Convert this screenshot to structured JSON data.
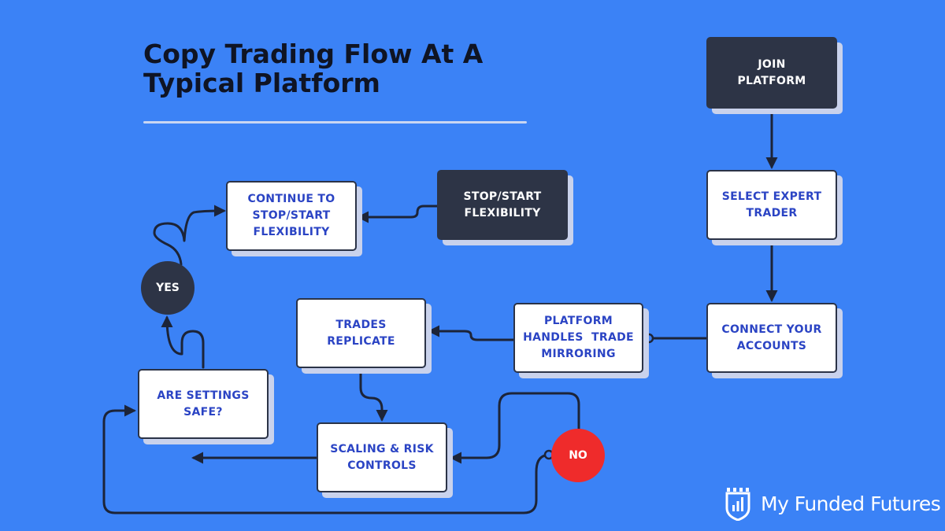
{
  "title": "Copy Trading Flow At A Typical Platform",
  "brand": "My Funded Futures",
  "colors": {
    "background": "#3b82f6",
    "dark_box": "#2d3446",
    "label": "#2b44c4",
    "no_circle": "#ef2b2b"
  },
  "nodes": {
    "join": [
      "JOIN",
      "PLATFORM"
    ],
    "select": [
      "SELECT EXPERT",
      "TRADER"
    ],
    "connect": [
      "CONNECT YOUR",
      "ACCOUNTS"
    ],
    "mirroring": [
      "PLATFORM",
      "HANDLES  TRADE",
      "MIRRORING"
    ],
    "replicate": [
      "TRADES",
      "REPLICATE"
    ],
    "scaling": [
      "SCALING & RISK",
      "CONTROLS"
    ],
    "settings": [
      "ARE SETTINGS",
      "SAFE?"
    ],
    "yes": "YES",
    "no": "NO",
    "continue": [
      "CONTINUE TO",
      "STOP/START",
      "FLEXIBILITY"
    ],
    "flex": [
      "STOP/START",
      "FLEXIBILITY"
    ]
  }
}
